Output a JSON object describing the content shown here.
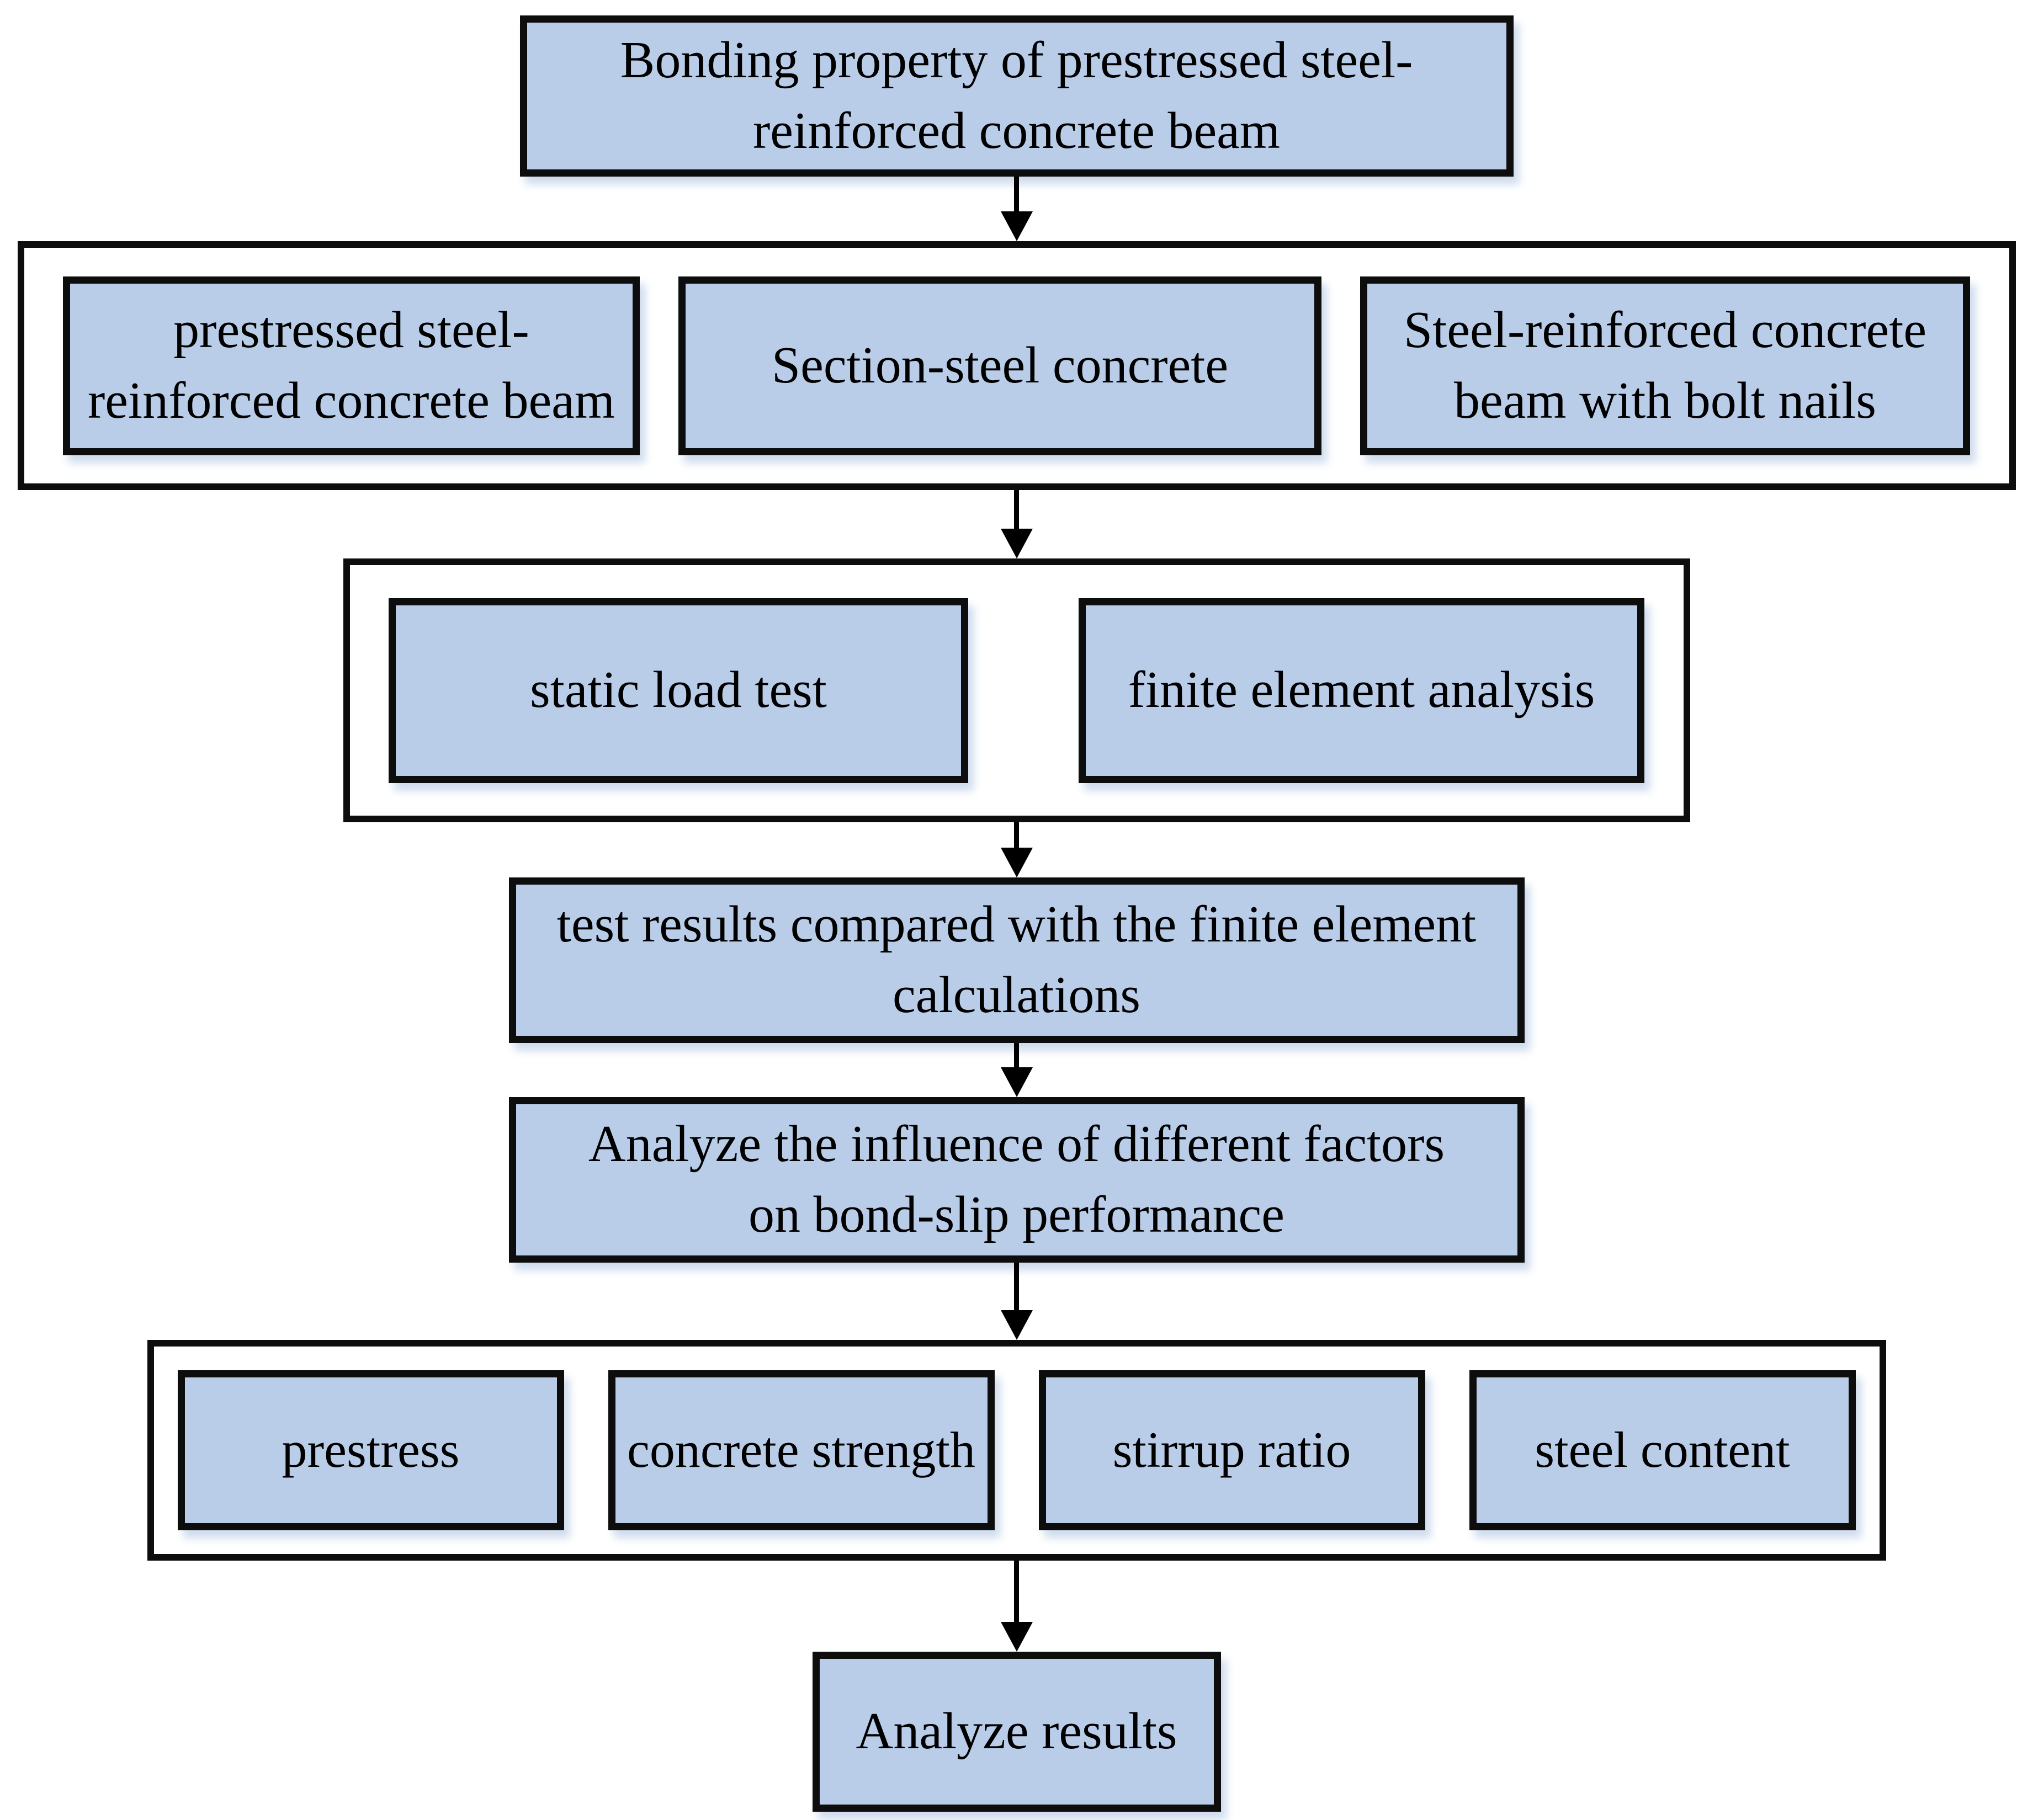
{
  "palette": {
    "box_fill": "#b9cde9",
    "box_border": "#0d0d0d",
    "arrow_color": "#000000",
    "text_color": "#000000",
    "background": "#ffffff"
  },
  "flowchart": {
    "title_box": "Bonding property of prestressed steel-\nreinforced concrete beam",
    "beam_types": {
      "items": [
        "prestressed steel-\nreinforced concrete beam",
        "Section-steel concrete",
        "Steel-reinforced concrete\nbeam with bolt nails"
      ]
    },
    "methods": {
      "items": [
        "static load test",
        "finite element analysis"
      ]
    },
    "comparison_box": "test results compared with the finite element\ncalculations",
    "factor_analysis_box": "Analyze the influence of different factors\non bond-slip performance",
    "factors": {
      "items": [
        "prestress",
        "concrete strength",
        "stirrup ratio",
        "steel content"
      ]
    },
    "results_box": "Analyze results"
  }
}
